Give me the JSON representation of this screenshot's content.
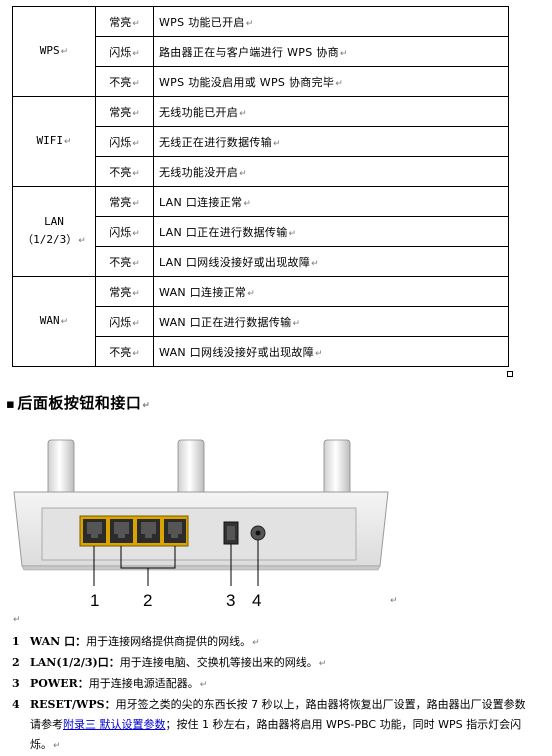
{
  "paragraph_mark": "↵",
  "led_table": {
    "groups": [
      {
        "name": "WPS",
        "rows": [
          {
            "status": "常亮",
            "desc": "WPS 功能已开启"
          },
          {
            "status": "闪烁",
            "desc": "路由器正在与客户端进行 WPS 协商"
          },
          {
            "status": "不亮",
            "desc": "WPS 功能没启用或 WPS 协商完毕"
          }
        ]
      },
      {
        "name": "WIFI",
        "rows": [
          {
            "status": "常亮",
            "desc": "无线功能已开启"
          },
          {
            "status": "闪烁",
            "desc": "无线正在进行数据传输"
          },
          {
            "status": "不亮",
            "desc": "无线功能没开启"
          }
        ]
      },
      {
        "name": "LAN",
        "name_line2": "（1/2/3）",
        "rows": [
          {
            "status": "常亮",
            "desc": "LAN 口连接正常"
          },
          {
            "status": "闪烁",
            "desc": "LAN 口正在进行数据传输"
          },
          {
            "status": "不亮",
            "desc": "LAN 口网线没接好或出现故障"
          }
        ]
      },
      {
        "name": "WAN",
        "rows": [
          {
            "status": "常亮",
            "desc": "WAN 口连接正常"
          },
          {
            "status": "闪烁",
            "desc": "WAN 口正在进行数据传输"
          },
          {
            "status": "不亮",
            "desc": "WAN 口网线没接好或出现故障"
          }
        ]
      }
    ]
  },
  "section": {
    "bullet": "▪",
    "title": "后面板按钮和接口"
  },
  "figure": {
    "callouts": [
      "1",
      "2",
      "3",
      "4"
    ]
  },
  "list": [
    {
      "num": "1",
      "term": "WAN 口：",
      "text": "用于连接网络提供商提供的网线。"
    },
    {
      "num": "2",
      "term": "LAN(1/2/3)口：",
      "text": "用于连接电脑、交换机等接出来的网线。"
    },
    {
      "num": "3",
      "term": "POWER：",
      "text": "用于连接电源适配器。"
    },
    {
      "num": "4",
      "term": "RESET/WPS：",
      "text": "用牙签之类的尖的东西长按 7 秒以上，路由器将恢复出厂设置，路由器出厂设置参数请参考",
      "link": "附录三  默认设置参数",
      "text_after": "；按住 1 秒左右，路由器将启用 WPS-PBC 功能，同时 WPS 指示灯会闪烁。"
    }
  ]
}
